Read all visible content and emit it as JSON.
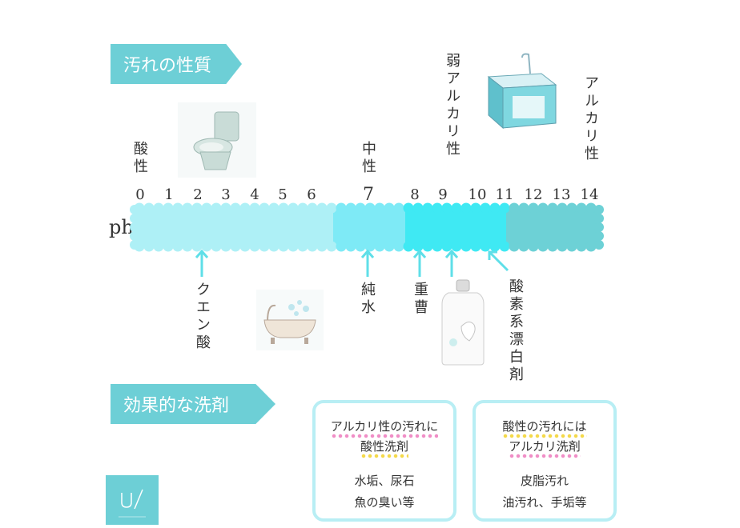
{
  "headings": {
    "stain_nature": "汚れの性質",
    "effective_detergent": "効果的な洗剤"
  },
  "scale": {
    "ph_label": "ph",
    "ticks": [
      "0",
      "1",
      "2",
      "3",
      "4",
      "5",
      "6",
      "7",
      "8",
      "9",
      "10",
      "11",
      "12",
      "13",
      "14"
    ],
    "categories": {
      "acidic": "酸性",
      "neutral": "中性",
      "weak_alkaline": "弱アルカリ性",
      "alkaline": "アルカリ性"
    },
    "colors": {
      "acid": "#aef0f6",
      "neutral": "#7eeaf6",
      "weak_alkaline": "#3fe9f3",
      "alkaline": "#6dd1d6"
    }
  },
  "substances": {
    "citric_acid": "クエン酸",
    "pure_water": "純水",
    "baking_soda": "重曹",
    "oxygen_bleach": "酸素系漂白剤"
  },
  "cards": {
    "acid_card": {
      "line1": "アルカリ性の汚れに",
      "line2": "酸性洗剤",
      "examples1": "水垢、尿石",
      "examples2": "魚の臭い等"
    },
    "alkali_card": {
      "line1": "酸性の汚れには",
      "line2": "アルカリ洗剤",
      "examples1": "皮脂汚れ",
      "examples2": "油汚れ、手垢等"
    }
  },
  "accent_color": "#6dcfd6",
  "arrow_color": "#5fdfe8",
  "icons": [
    "toilet-icon",
    "kitchen-sink-icon",
    "bathtub-icon",
    "detergent-bottle-icon",
    "brand-logo-icon"
  ]
}
